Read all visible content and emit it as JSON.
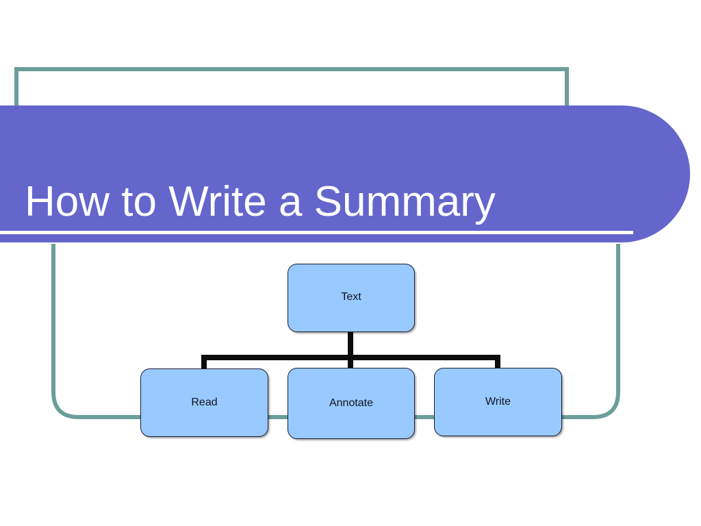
{
  "slide": {
    "title": "How to Write a Summary",
    "background_color": "#ffffff",
    "banner_color": "#6466cc",
    "banner_text_color": "#ffffff",
    "frame_color": "#6b9e9b",
    "node_fill_color": "#99caff",
    "node_border_color": "#1a1a2e",
    "connector_color": "#0d0d0d"
  },
  "diagram": {
    "type": "org-chart",
    "root": {
      "id": "text",
      "label": "Text"
    },
    "children": [
      {
        "id": "read",
        "label": "Read"
      },
      {
        "id": "annotate",
        "label": "Annotate"
      },
      {
        "id": "write",
        "label": "Write"
      }
    ]
  }
}
